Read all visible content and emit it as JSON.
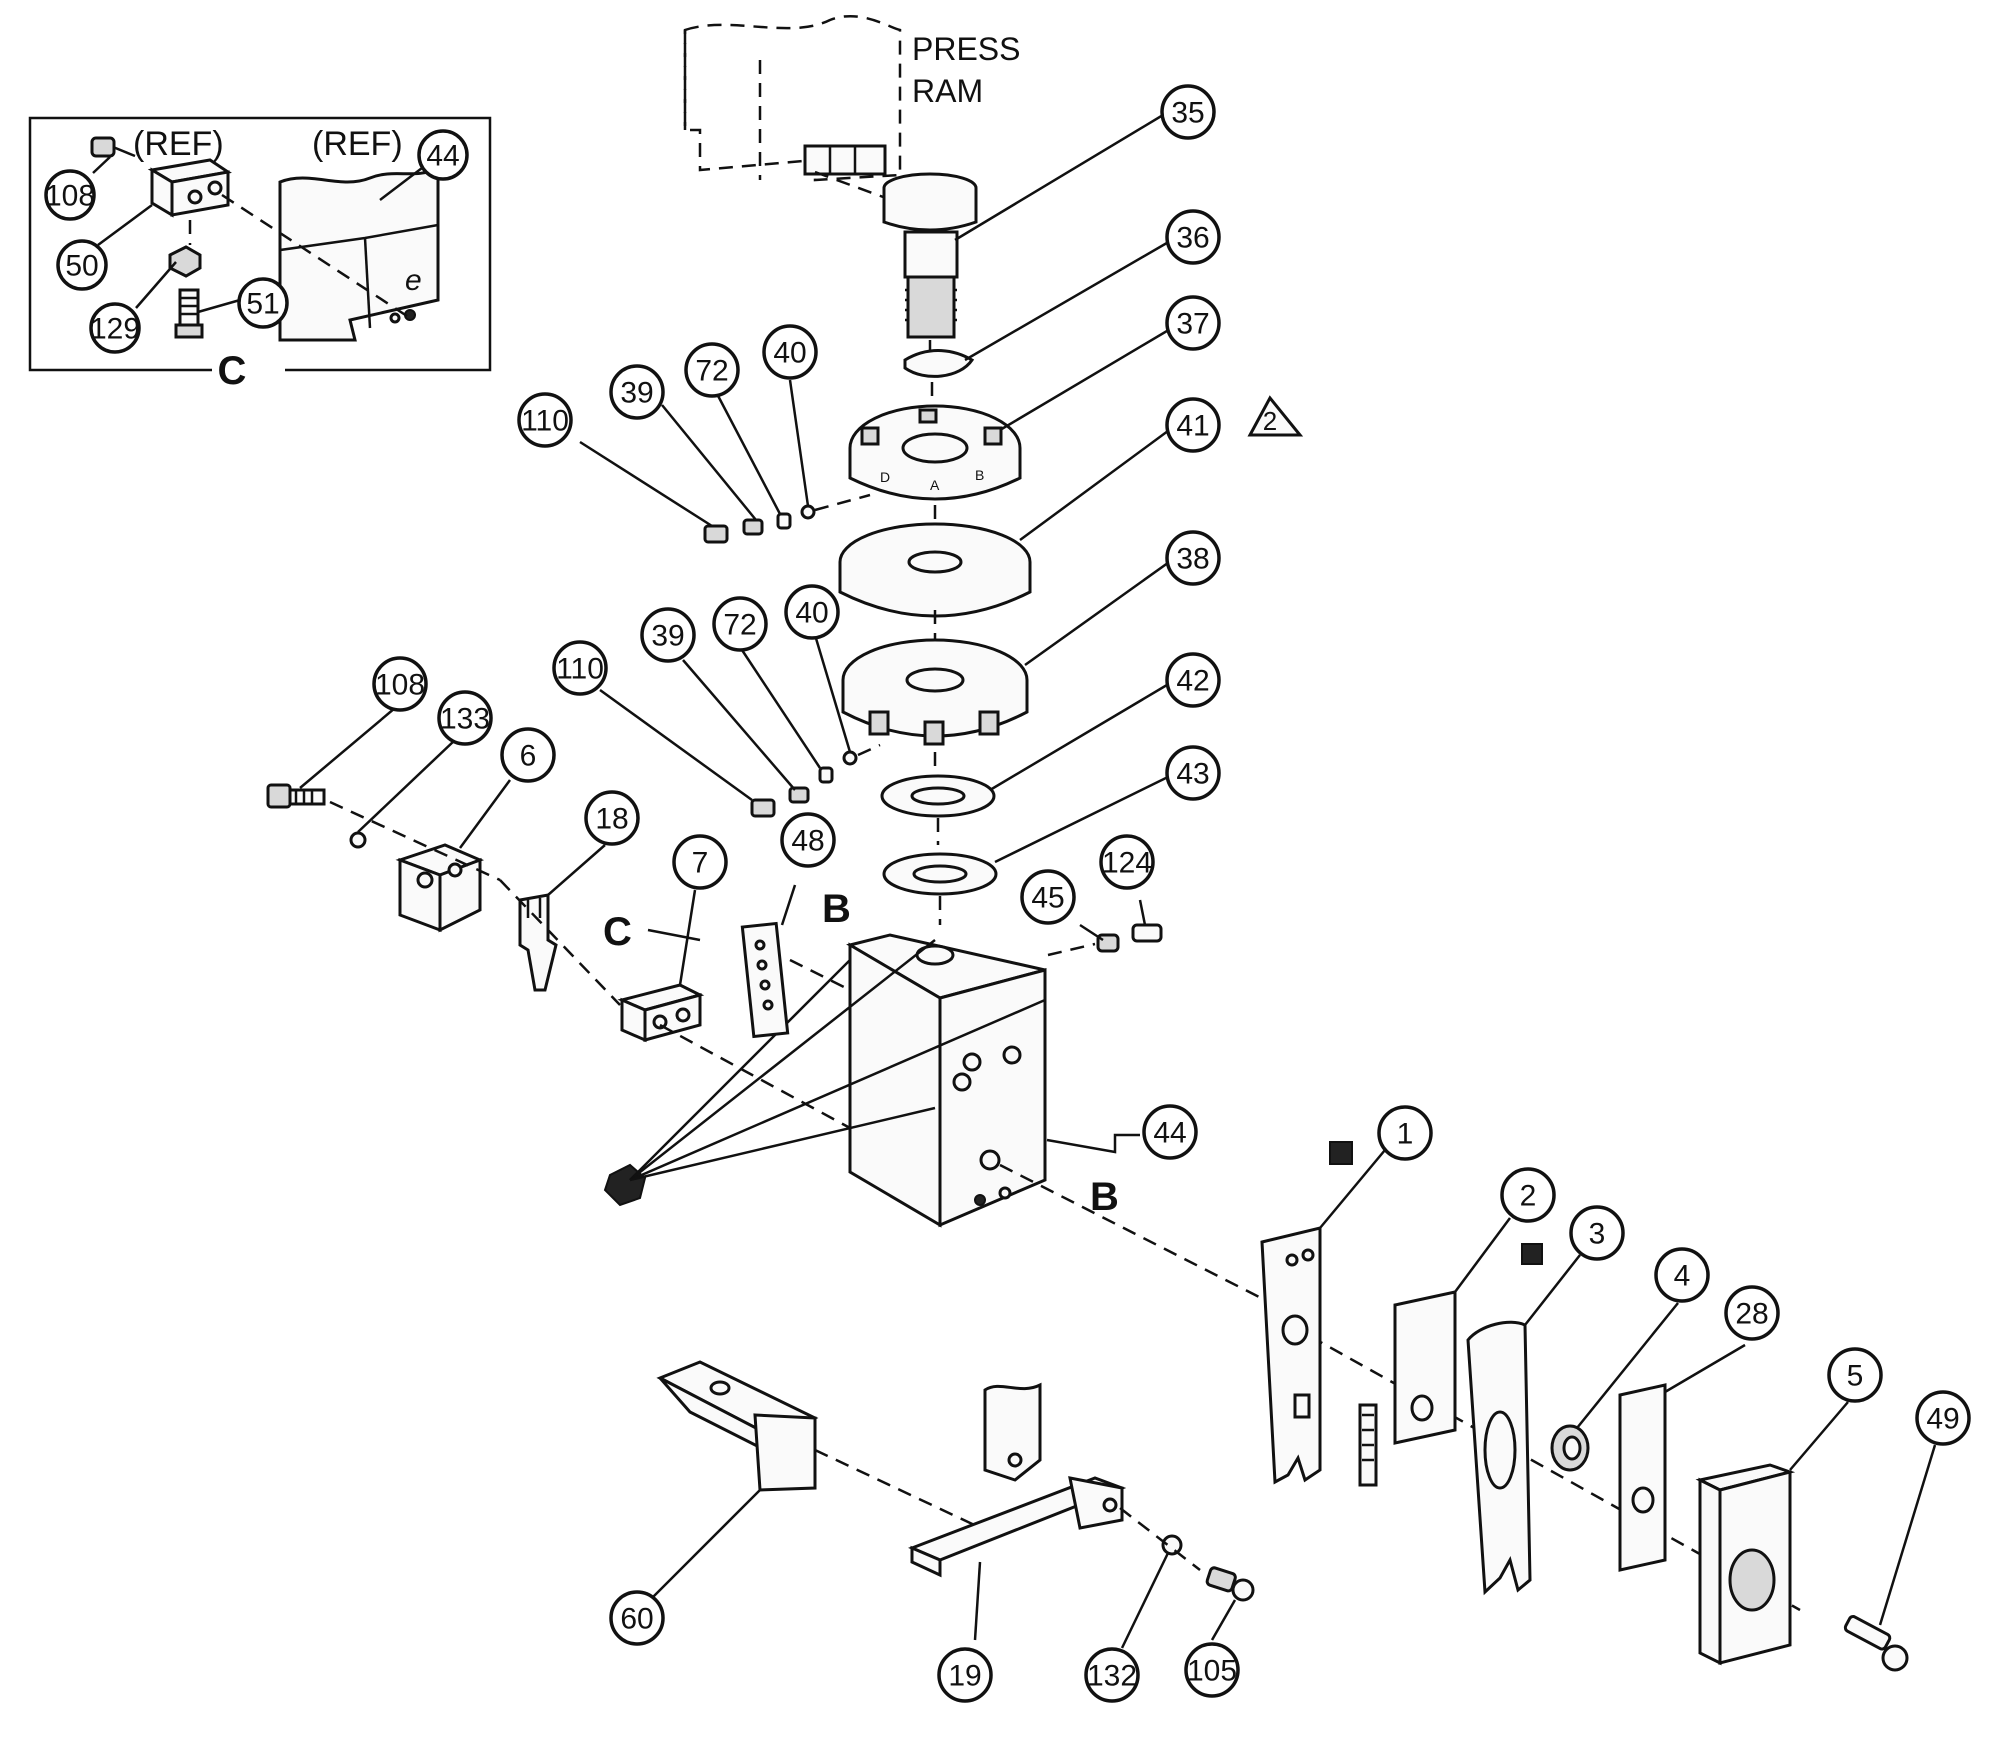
{
  "labels": {
    "press": "PRESS",
    "ram": "RAM",
    "ref_left": "(REF)",
    "ref_right": "(REF)",
    "inset_letter": "C",
    "view_b_top": "B",
    "view_c_left": "C",
    "view_b_bottom": "B",
    "note_flag": "2",
    "script_mark": "e"
  },
  "callouts": [
    {
      "id": "35"
    },
    {
      "id": "36"
    },
    {
      "id": "37"
    },
    {
      "id": "41"
    },
    {
      "id": "38"
    },
    {
      "id": "42"
    },
    {
      "id": "43"
    },
    {
      "id": "110"
    },
    {
      "id": "39"
    },
    {
      "id": "72"
    },
    {
      "id": "40"
    },
    {
      "id": "110"
    },
    {
      "id": "39"
    },
    {
      "id": "72"
    },
    {
      "id": "40"
    },
    {
      "id": "108"
    },
    {
      "id": "133"
    },
    {
      "id": "6"
    },
    {
      "id": "18"
    },
    {
      "id": "7"
    },
    {
      "id": "48"
    },
    {
      "id": "45"
    },
    {
      "id": "124"
    },
    {
      "id": "44"
    },
    {
      "id": "1"
    },
    {
      "id": "2"
    },
    {
      "id": "3"
    },
    {
      "id": "4"
    },
    {
      "id": "28"
    },
    {
      "id": "5"
    },
    {
      "id": "49"
    },
    {
      "id": "60"
    },
    {
      "id": "19"
    },
    {
      "id": "132"
    },
    {
      "id": "105"
    },
    {
      "id": "108"
    },
    {
      "id": "50"
    },
    {
      "id": "129"
    },
    {
      "id": "51"
    },
    {
      "id": "44"
    }
  ]
}
